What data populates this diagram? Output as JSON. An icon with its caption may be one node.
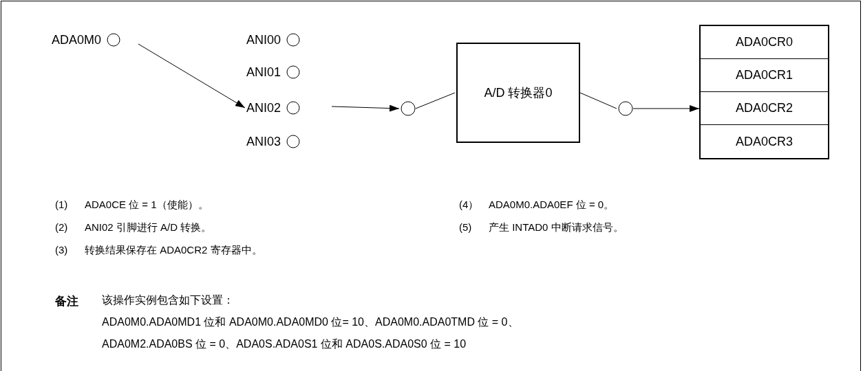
{
  "diagram": {
    "nodes": [
      {
        "text": [
          "ADA0M0"
        ]
      },
      {
        "text": [
          "ANI00"
        ]
      },
      {
        "text": [
          "ANI01"
        ]
      },
      {
        "text": [
          "ANI02"
        ]
      },
      {
        "text": [
          "ANI03"
        ]
      },
      {
        "text": [],
        "shape": "circle"
      },
      {
        "text": [
          "A/D 转换器0"
        ]
      },
      {
        "text": [],
        "shape": "circle"
      },
      {
        "text": [],
        "shape": "box"
      },
      {
        "text": [
          "ADA0CR0"
        ],
        "in": 8
      },
      {
        "text": [
          "ADA0CR1"
        ],
        "in": 8
      },
      {
        "text": [
          "ADA0CR2"
        ],
        "in": 8
      },
      {
        "text": [
          "ADA0CR3"
        ],
        "in": 8
      }
    ],
    "edges": [
      {
        "from": 0,
        "to": 3,
        "arrow": "to"
      },
      {
        "from": 3,
        "to": 5,
        "arrow": "to"
      },
      {
        "from": 5,
        "to": 6,
        "arrow": "none"
      },
      {
        "from": 6,
        "to": 7,
        "arrow": "none"
      },
      {
        "from": 7,
        "to": 11,
        "arrow": "to"
      }
    ],
    "labels": [
      "(1)",
      "ADA0CE 位 = 1（使能）。",
      "(4）",
      "ADA0M0.ADA0EF 位 = 0。",
      "(2)",
      "ANI02 引脚进行 A/D 转换。",
      "(5)",
      "产生 INTAD0 中断请求信号。",
      "(3)",
      "转换结果保存在 ADA0CR2 寄存器中。",
      "备注",
      "该操作实例包含如下设置：",
      "ADA0M0.ADA0MD1 位和 ADA0M0.ADA0MD0 位= 10、ADA0M0.ADA0TMD 位 = 0、",
      "ADA0M2.ADA0BS 位 = 0、ADA0S.ADA0S1 位和 ADA0S.ADA0S0 位 = 10"
    ]
  }
}
